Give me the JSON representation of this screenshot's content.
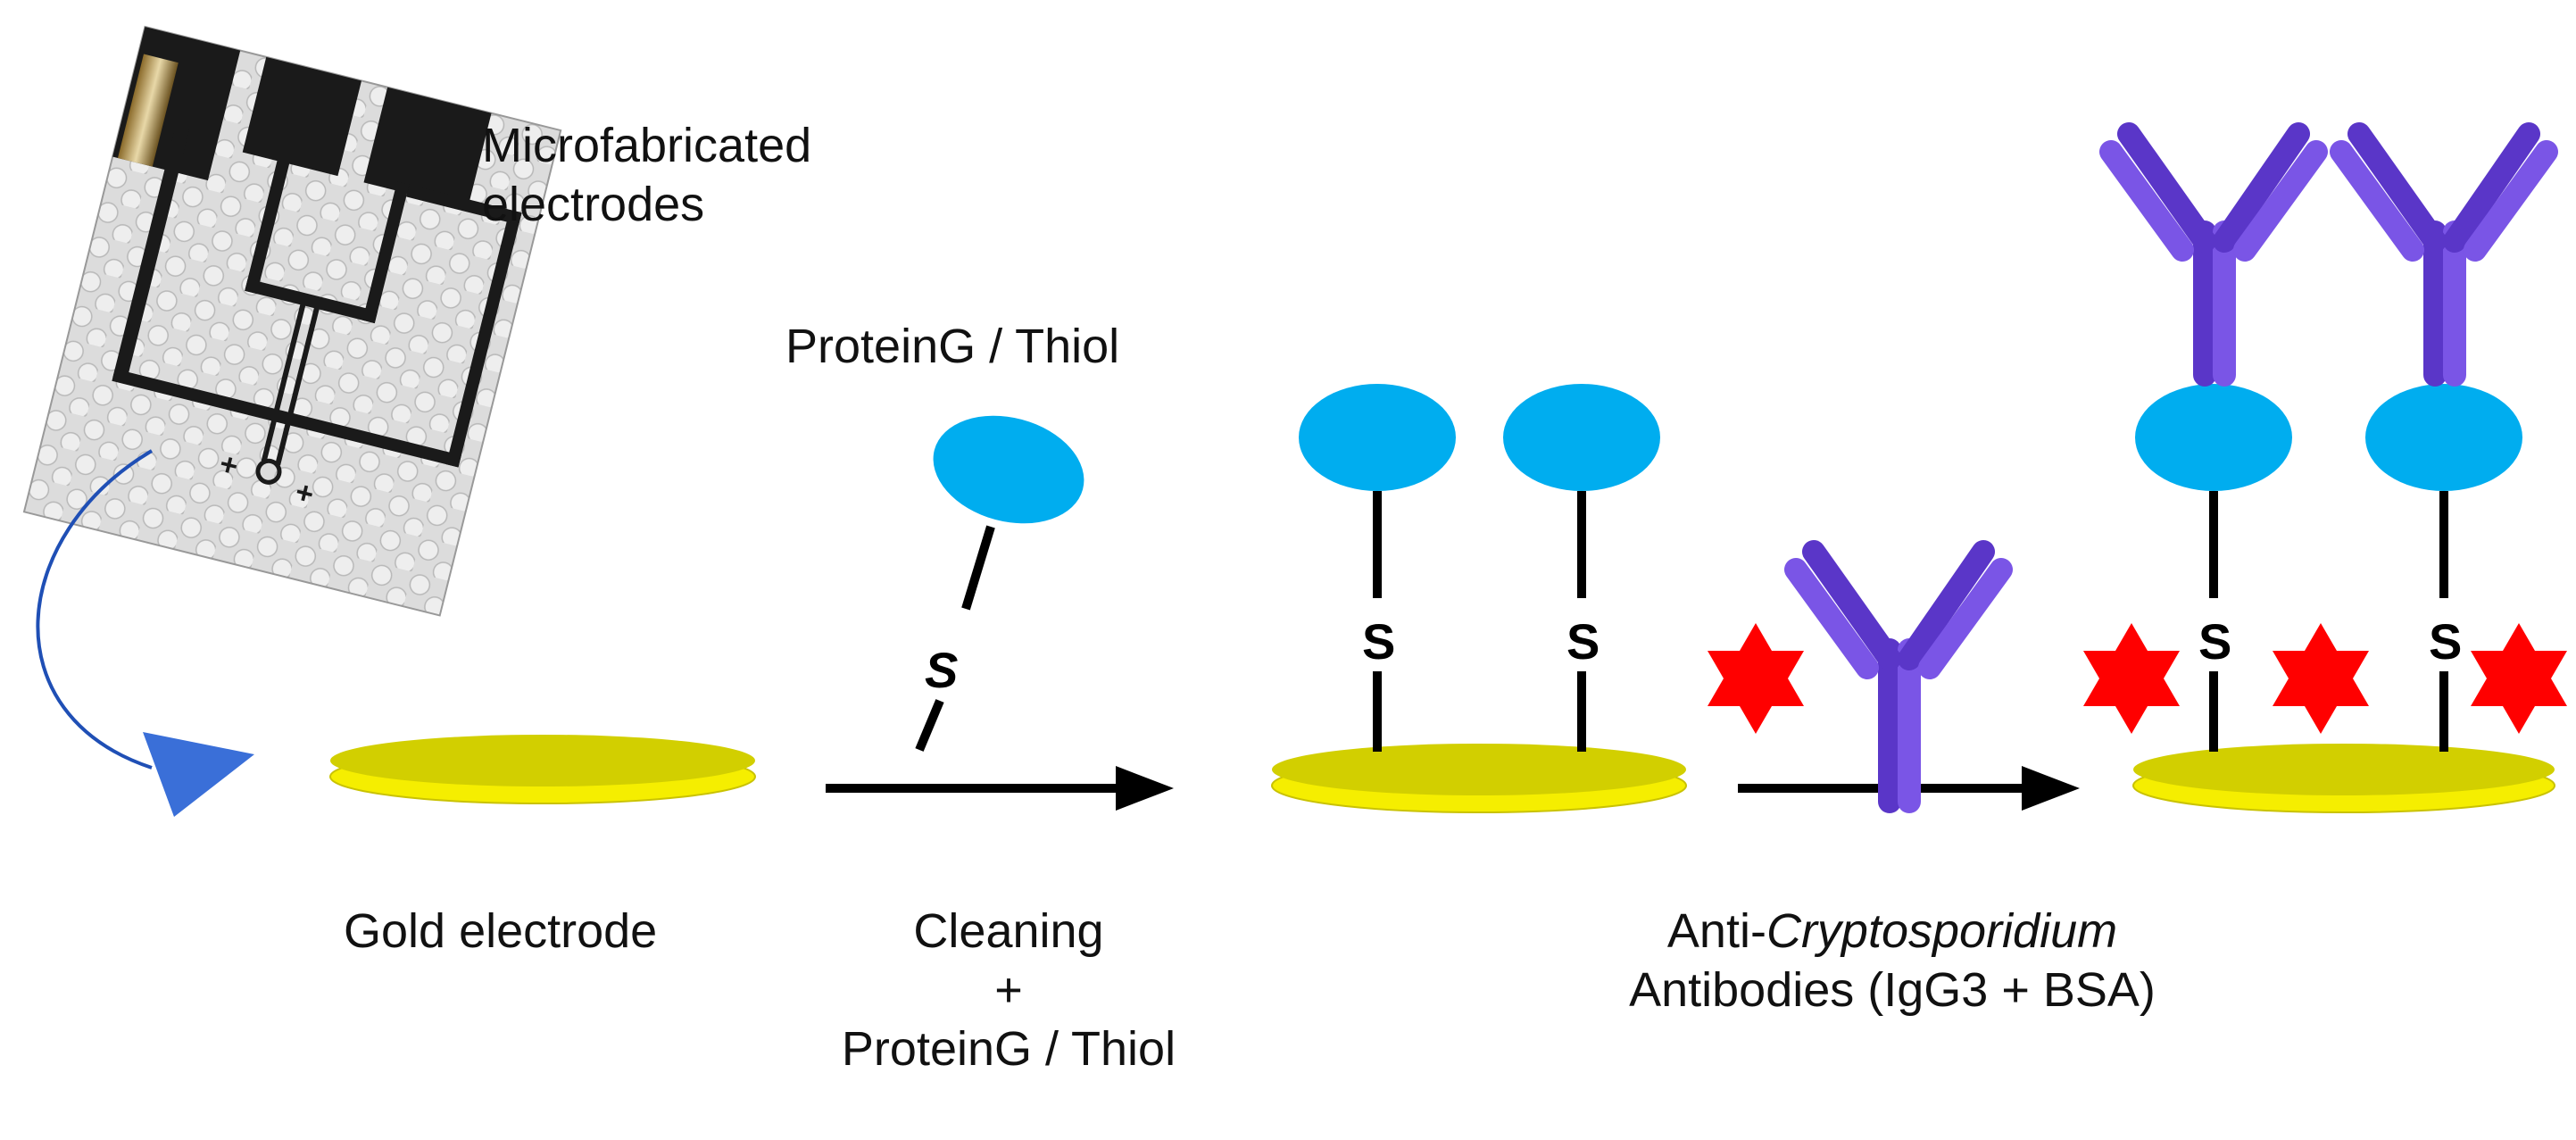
{
  "photo": {
    "title_line1": "Microfabricated",
    "title_line2": "electrodes"
  },
  "labels": {
    "proteing_top": "ProteinG / Thiol",
    "gold_electrode": "Gold electrode",
    "step1_line1": "Cleaning",
    "step1_line2": "+",
    "step1_line3": "ProteinG / Thiol",
    "step2_prefix": "Anti-",
    "step2_italic": "Cryptosporidium",
    "step2_line2": "Antibodies (IgG3 + BSA)",
    "thiol_atom": "S"
  },
  "colors": {
    "gold": "#f5ee00",
    "gold_shadow": "#c9c200",
    "protein_g": "#00adef",
    "antibody": "#7a55e6",
    "antibody_dark": "#5a36c8",
    "bsa_star": "#ff0000",
    "arrow": "#000000",
    "curved_arrow": "#1f4fb5",
    "curved_arrow_head": "#3a6fd8"
  }
}
